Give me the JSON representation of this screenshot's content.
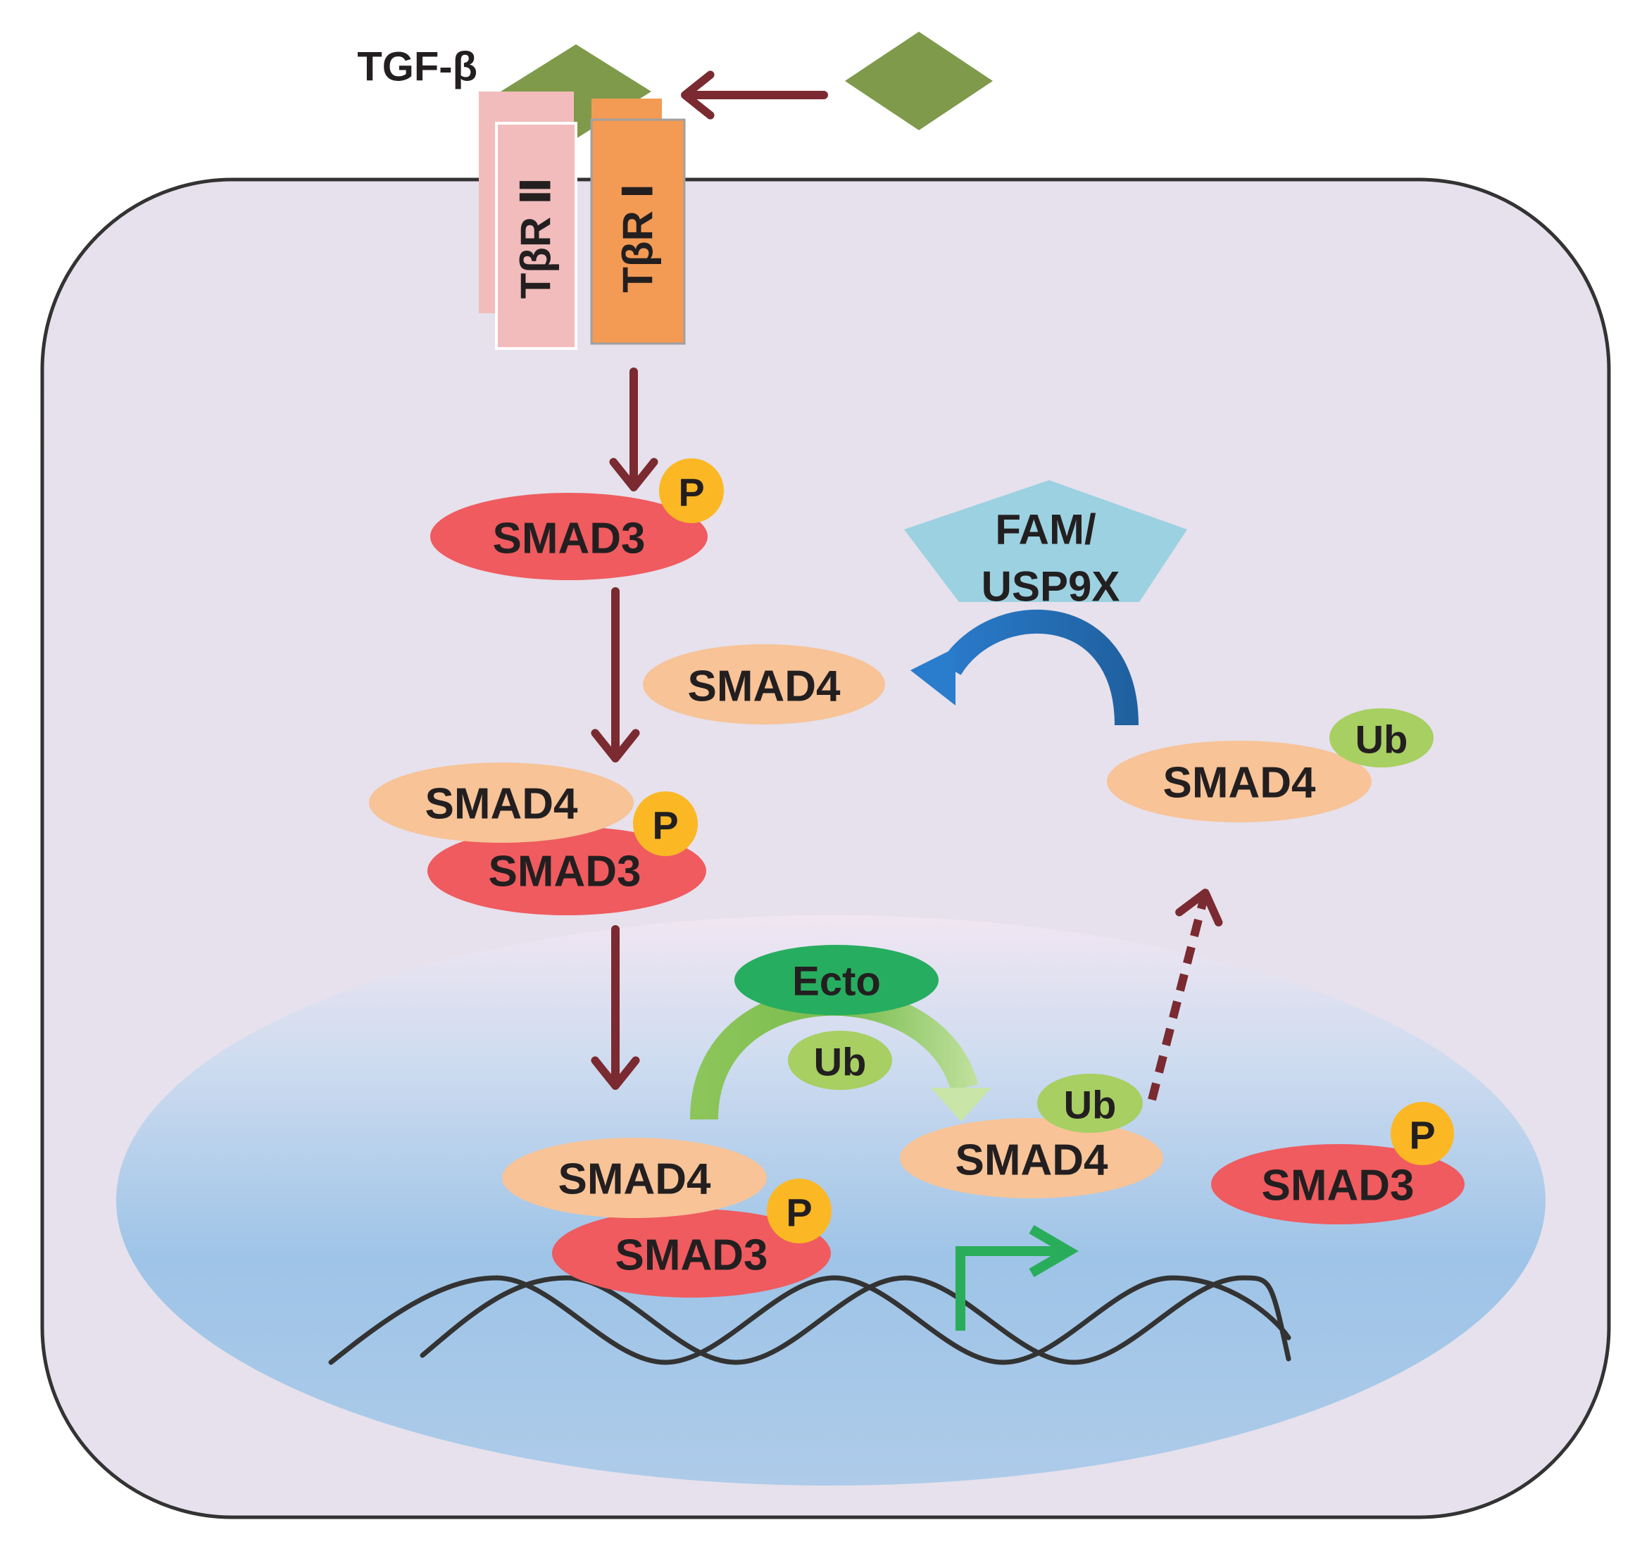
{
  "colors": {
    "cell_fill": "#e6e1ec",
    "nucleus_top": "#ede4f0",
    "nucleus_bottom": "#9cc3e6",
    "ligand": "#7e9a4a",
    "receptor_II": "#f2bcbc",
    "receptor_I": "#f39a54",
    "smad3": "#ef5b5f",
    "smad4": "#f7c397",
    "phospho": "#fbb824",
    "ub": "#a7cf62",
    "ecto": "#27ad5f",
    "fam_usp9x": "#9bd1e0",
    "arrow_main": "#7a2a30",
    "arrow_deub": "#2166ac",
    "arrow_transcription": "#2aad5a",
    "dna": "#333333"
  },
  "labels": {
    "ligand": "TGF-β",
    "receptor_II": "TβR Ⅱ",
    "receptor_I": "TβR Ⅰ",
    "smad3": "SMAD3",
    "smad4": "SMAD4",
    "phospho": "P",
    "ubiquitin": "Ub",
    "ecto": "Ecto",
    "fam_line1": "FAM/",
    "fam_line2": "USP9X"
  },
  "icons": {
    "ligand": "diamond-shape",
    "receptor": "rectangle-bar",
    "deubiquitinase": "pentagon-shape",
    "transcription": "bent-arrow-icon",
    "dna": "double-helix"
  }
}
